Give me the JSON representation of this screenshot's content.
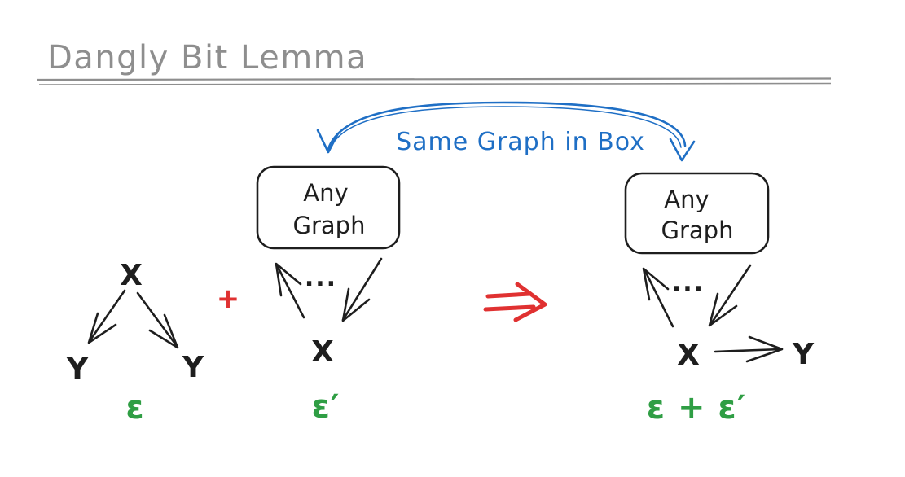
{
  "title": "Dangly Bit Lemma",
  "colors": {
    "ink": "#1e1e1e",
    "muted_gray": "#8e8e8e",
    "blue": "#1f6fc5",
    "green": "#2f9e44",
    "red": "#e03131"
  },
  "annotation": {
    "label": "Same Graph in Box"
  },
  "left_graph": {
    "x": "X",
    "y_left": "Y",
    "y_right": "Y",
    "label": "ε"
  },
  "plus_operator": "+",
  "implies_operator": "⟹",
  "middle_graph": {
    "box_line1": "Any",
    "box_line2": "Graph",
    "dots": "...",
    "x": "X",
    "label": "ε′"
  },
  "right_graph": {
    "box_line1": "Any",
    "box_line2": "Graph",
    "dots": "...",
    "x": "X",
    "y": "Y",
    "label": "ε + ε′"
  }
}
